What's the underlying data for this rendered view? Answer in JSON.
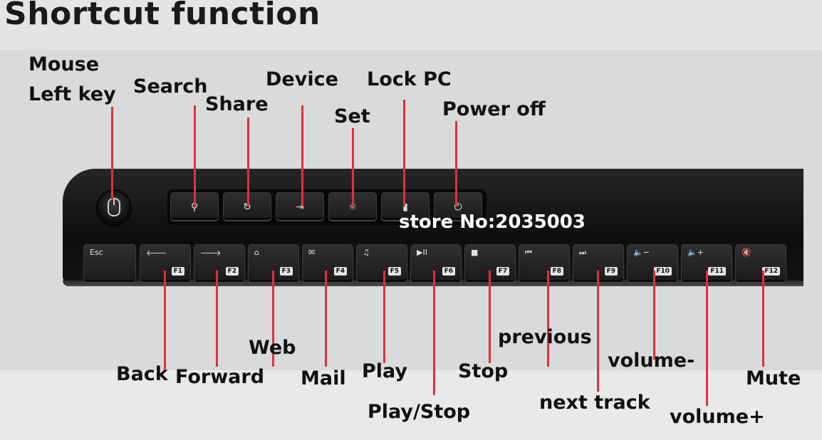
{
  "title": "Shortcut function",
  "watermark": "store No:2035003",
  "accent_color": "#e0313a",
  "labels": {
    "mouse_line1": "Mouse",
    "mouse_line2": "Left key",
    "search": "Search",
    "share": "Share",
    "device": "Device",
    "set": "Set",
    "lock_pc": "Lock PC",
    "power_off": "Power off",
    "back": "Back",
    "forward": "Forward",
    "web": "Web",
    "mail": "Mail",
    "play": "Play",
    "play_stop": "Play/Stop",
    "stop": "Stop",
    "previous": "previous",
    "next_track": "next track",
    "volume_minus": "volume-",
    "volume_plus": "volume+",
    "mute": "Mute"
  },
  "keys": {
    "esc": "Esc",
    "f": [
      "F1",
      "F2",
      "F3",
      "F4",
      "F5",
      "F6",
      "F7",
      "F8",
      "F9",
      "F10",
      "F11",
      "F12"
    ],
    "f_icons": [
      "arrow-left-icon",
      "arrow-right-icon",
      "home-icon",
      "mail-icon",
      "music-note-icon",
      "play-pause-icon",
      "stop-icon",
      "previous-track-icon",
      "next-track-icon",
      "volume-down-icon",
      "volume-up-icon",
      "mute-icon"
    ],
    "f_symbols": [
      "🡐",
      "🡒",
      "⌂",
      "✉",
      "♫",
      "▶II",
      "■",
      "⏮",
      "⏭",
      "🔈−",
      "🔈+",
      "🔇"
    ],
    "top_icons": [
      "search-icon",
      "share-icon",
      "device-icon",
      "settings-icon",
      "lock-icon",
      "power-icon"
    ],
    "top_symbols": [
      "⚲",
      "↻",
      "⇥",
      "☼",
      "▮",
      "⏻"
    ]
  }
}
